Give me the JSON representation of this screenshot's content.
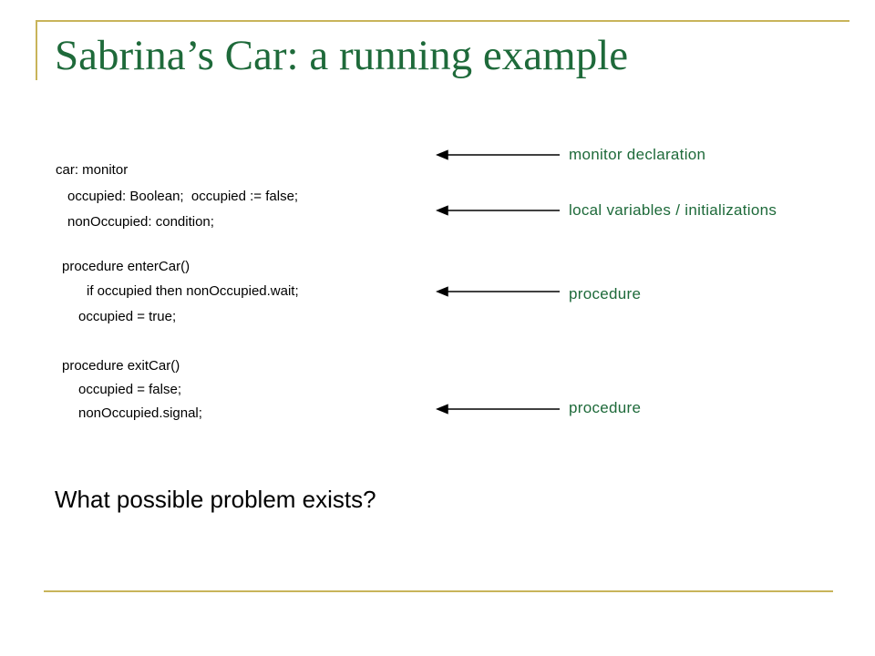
{
  "slide": {
    "title": "Sabrina’s Car: a running example",
    "code_lines": [
      "car: monitor",
      "occupied: Boolean;  occupied := false;",
      "nonOccupied: condition;",
      "procedure enterCar()",
      "if occupied then nonOccupied.wait;",
      "occupied = true;",
      "procedure exitCar()",
      "occupied = false;",
      "nonOccupied.signal;"
    ],
    "annotations": [
      "monitor declaration",
      "local variables / initializations",
      "procedure",
      "procedure"
    ],
    "question": "What possible problem exists?",
    "colors": {
      "title": "#1e6a3a",
      "annotation": "#1e6a3a",
      "rule": "#c8b45a",
      "arrow": "#000000"
    }
  }
}
